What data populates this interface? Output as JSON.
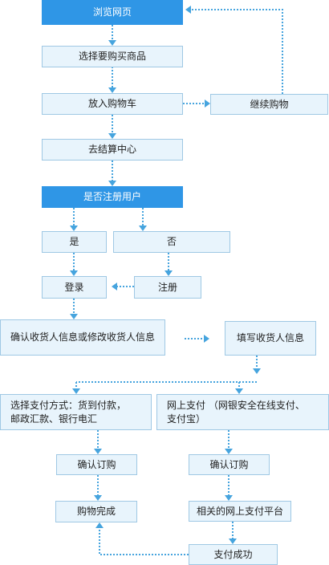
{
  "nodes": {
    "browse": "浏览网页",
    "select_goods": "选择要购买商品",
    "add_cart": "放入购物车",
    "continue_shopping": "继续购物",
    "checkout": "去结算中心",
    "is_registered": "是否注册用户",
    "yes": "是",
    "no": "否",
    "login": "登录",
    "register": "注册",
    "confirm_or_edit_info": "确认收货人信息或修改收货人信息",
    "fill_info": "填写收货人信息",
    "pay_offline_line1": "选择支付方式：货到付款，",
    "pay_offline_line2": "邮政汇款、银行电汇",
    "pay_online_line1": "网上支付 （网银安全在线支付、",
    "pay_online_line2": "支付宝）",
    "confirm_order_left": "确认订购",
    "confirm_order_right": "确认订购",
    "shopping_done": "购物完成",
    "online_platform": "相关的网上支付平台",
    "pay_success": "支付成功"
  },
  "colors": {
    "box_fill": "#e8f4fc",
    "box_border": "#9fc8e4",
    "highlight_fill": "#2f96e6",
    "connector": "#46a4de"
  }
}
